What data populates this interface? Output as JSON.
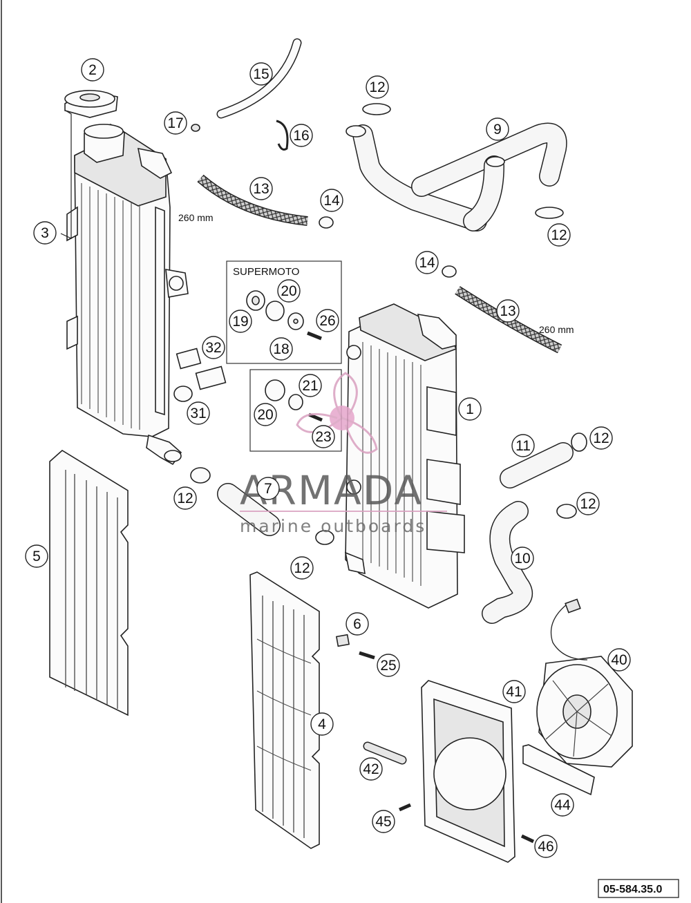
{
  "diagram": {
    "reference_code": "05-584.35.0",
    "supermoto_label": "SUPERMOTO",
    "hose_length_left": "260 mm",
    "hose_length_right": "260 mm",
    "watermark": {
      "title": "ARMADA",
      "subtitle": "marine outboards",
      "accent_color": "#d9a0c0"
    },
    "callouts": {
      "c1": "1",
      "c2": "2",
      "c3": "3",
      "c4": "4",
      "c5": "5",
      "c6": "6",
      "c7": "7",
      "c9": "9",
      "c10": "10",
      "c11": "11",
      "c12a": "12",
      "c12b": "12",
      "c12c": "12",
      "c12d": "12",
      "c12e": "12",
      "c12f": "12",
      "c13a": "13",
      "c13b": "13",
      "c14a": "14",
      "c14b": "14",
      "c15": "15",
      "c16": "16",
      "c17": "17",
      "c18": "18",
      "c19": "19",
      "c20a": "20",
      "c20b": "20",
      "c21": "21",
      "c23": "23",
      "c25": "25",
      "c26": "26",
      "c31": "31",
      "c32": "32",
      "c40": "40",
      "c41": "41",
      "c42": "42",
      "c44": "44",
      "c45": "45",
      "c46": "46"
    }
  }
}
